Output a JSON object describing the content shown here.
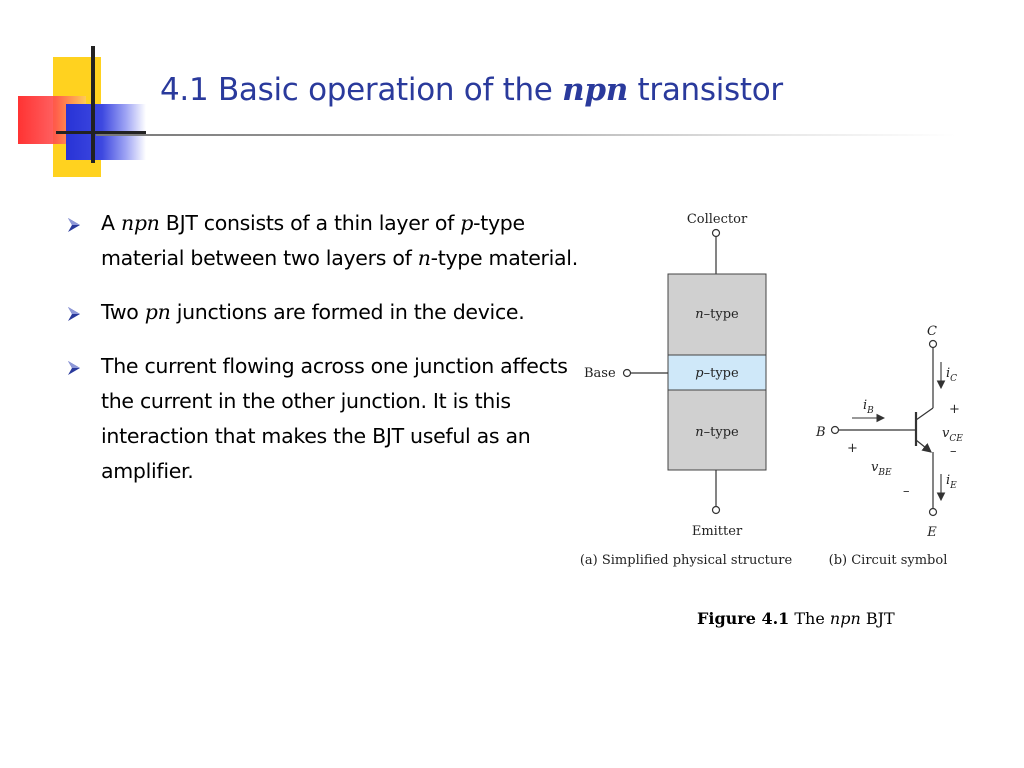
{
  "header": {
    "title_before": "4.1 Basic operation of the ",
    "title_emph": "npn",
    "title_after": " transistor"
  },
  "bullets": [
    {
      "parts": [
        "A ",
        "npn",
        " BJT consists of a thin layer of ",
        "p",
        "-type material between two layers of ",
        "n",
        "-type material."
      ]
    },
    {
      "parts": [
        "Two ",
        "pn",
        " junctions are formed in the device."
      ]
    },
    {
      "parts": [
        "The current flowing across one junction affects the current in the other junction. It is this interaction that makes the BJT useful as an amplifier."
      ]
    }
  ],
  "figure": {
    "structure": {
      "collector_label": "Collector",
      "base_label": "Base",
      "emitter_label": "Emitter",
      "top_layer": {
        "italic": "n",
        "rest": "–type"
      },
      "middle_layer": {
        "italic": "p",
        "rest": "–type"
      },
      "bottom_layer": {
        "italic": "n",
        "rest": "–type"
      },
      "caption": "(a) Simplified physical structure"
    },
    "symbol": {
      "collector": "C",
      "base": "B",
      "emitter": "E",
      "ic": {
        "main": "i",
        "sub": "C"
      },
      "ib": {
        "main": "i",
        "sub": "B"
      },
      "ie": {
        "main": "i",
        "sub": "E"
      },
      "vce": {
        "main": "v",
        "sub": "CE"
      },
      "vbe": {
        "main": "v",
        "sub": "BE"
      },
      "plus": "+",
      "minus": "–",
      "caption": "(b) Circuit symbol"
    },
    "colors": {
      "slab": "#d0d0d0",
      "p_layer": "#cfe8f9",
      "line": "#333333"
    }
  },
  "caption": {
    "label": "Figure 4.1",
    "text_before": " The ",
    "emph": "npn",
    "text_after": " BJT"
  }
}
